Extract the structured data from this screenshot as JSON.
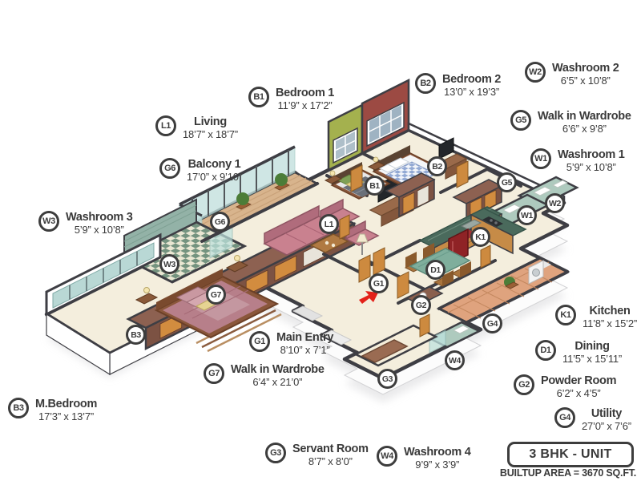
{
  "unit_box": {
    "title": "3 BHK - UNIT",
    "builtup": "BUILTUP AREA = 3670 SQ.FT."
  },
  "rooms": [
    {
      "code": "L1",
      "name": "Living",
      "dims": "18’7” x 18’7”"
    },
    {
      "code": "G6",
      "name": "Balcony 1",
      "dims": "17’0” x 9’10”"
    },
    {
      "code": "B1",
      "name": "Bedroom 1",
      "dims": "11’9” x 17’2”"
    },
    {
      "code": "B2",
      "name": "Bedroom 2",
      "dims": "13’0” x 19’3”"
    },
    {
      "code": "W2",
      "name": "Washroom 2",
      "dims": "6’5” x 10’8”"
    },
    {
      "code": "G5",
      "name": "Walk in Wardrobe",
      "dims": "6’6” x 9’8”"
    },
    {
      "code": "W1",
      "name": "Washroom 1",
      "dims": "5’9” x 10’8”"
    },
    {
      "code": "W3",
      "name": "Washroom 3",
      "dims": "5’9” x 10’8”"
    },
    {
      "code": "B3",
      "name": "M.Bedroom",
      "dims": "17’3” x 13’7”"
    },
    {
      "code": "G1",
      "name": "Main Entry",
      "dims": "8’10” x 7’1”"
    },
    {
      "code": "G7",
      "name": "Walk in Wardrobe",
      "dims": "6’4” x 21’0”"
    },
    {
      "code": "G3",
      "name": "Servant Room",
      "dims": "8’7” x 8’0”"
    },
    {
      "code": "W4",
      "name": "Washroom 4",
      "dims": "9’9” x 3’9”"
    },
    {
      "code": "K1",
      "name": "Kitchen",
      "dims": "11’8” x 15’2”"
    },
    {
      "code": "D1",
      "name": "Dining",
      "dims": "11’5” x 15’11”"
    },
    {
      "code": "G2",
      "name": "Powder Room",
      "dims": "6’2” x 4’5”"
    },
    {
      "code": "G4",
      "name": "Utility",
      "dims": "27’0” x 7’6”"
    }
  ],
  "colors": {
    "ink": "#3d3d3d",
    "floor_cream": "#f4eedd",
    "accent_green_wall": "#a4b14e",
    "accent_maroon_wall": "#9c4a43",
    "balcony_wood": "#d8b48d",
    "washroom_teal": "#aecabe",
    "utility_terracotta": "#dfa37e",
    "kitchen_counter_green": "#4a6a5c",
    "fridge_red": "#8f2326",
    "sofa_pink": "#c9818f",
    "cabinet_brown": "#7c5243",
    "door_wood_orange": "#cd8a3f",
    "entry_arrow_red": "#e32119"
  }
}
